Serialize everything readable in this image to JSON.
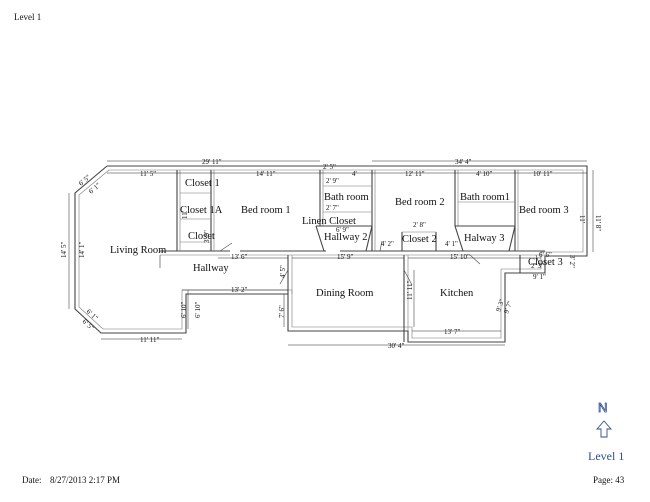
{
  "header": {
    "title": "Level 1"
  },
  "footer": {
    "date_label": "Date:",
    "date_value": "8/27/2013 2:17 PM",
    "page": "Page: 43"
  },
  "compass": {
    "letter": "N",
    "icon": "north-arrow-icon",
    "color": "#2f4e8f"
  },
  "level_label": "Level 1",
  "rooms": {
    "living_room": "Living Room",
    "closet1": "Closet 1",
    "closet1a": "Closet 1A",
    "closet": "Closet",
    "bedroom1": "Bed room 1",
    "hallway": "Hallway",
    "bathroom": "Bath room",
    "linen_closet": "Linen Closet",
    "hallway2": "Hallway 2",
    "bedroom2": "Bed room 2",
    "closet2": "Closet 2",
    "bathroom1": "Bath room1",
    "hallway3": "Halway 3",
    "bedroom3": "Bed room 3",
    "closet3": "Closet 3",
    "dining_room": "Dining Room",
    "kitchen": "Kitchen"
  },
  "dimensions": {
    "top_total": "29' 11\"",
    "top_total2": "34' 4\"",
    "living_top": "11' 5\"",
    "bed1_top": "14' 11\"",
    "bath_top": "2' 5\"",
    "bath_top2": "4'",
    "bed2_top": "12' 11\"",
    "bath1_top": "4' 10\"",
    "bed3_top": "10' 11\"",
    "right_h": "11' 8\"",
    "right_h2": "11'",
    "left_h": "14' 5\"",
    "left_h2": "14' 1\"",
    "diag_tl1": "6' 5\"",
    "diag_tl2": "6' 1\"",
    "diag_bl1": "6' 1\"",
    "diag_bl2": "6' 5\"",
    "living_bottom": "11' 11\"",
    "living_in_h": "6' 10\"",
    "living_in_h2": "6' 10\"",
    "hall_w": "13' 6\"",
    "hall_w2": "13' 2\"",
    "hall_h": "4' 5\"",
    "mid_w": "15' 9\"",
    "mid_w2": "15' 10\"",
    "dining_h": "7' 6\"",
    "kitchen_h": "11' 11\"",
    "kitchen_w": "13' 7\"",
    "bottom_total": "30' 4\"",
    "h2_w": "4' 2\"",
    "h3_w": "4' 1\"",
    "c2_w": "2' 8\"",
    "c3_w": "2' 3\"",
    "c3_w2": "9' 1\"",
    "c3_h": "3' 2\"",
    "c3_top": "6' 6\"",
    "r_small": "9' 3\"",
    "r_small2": "9' 7\"",
    "bath_h": "2' 9\"",
    "bath_h2": "2' 7\"",
    "linen_w": "6' 9\"",
    "c1_h": "11'",
    "cl_h": "3' 9\""
  }
}
